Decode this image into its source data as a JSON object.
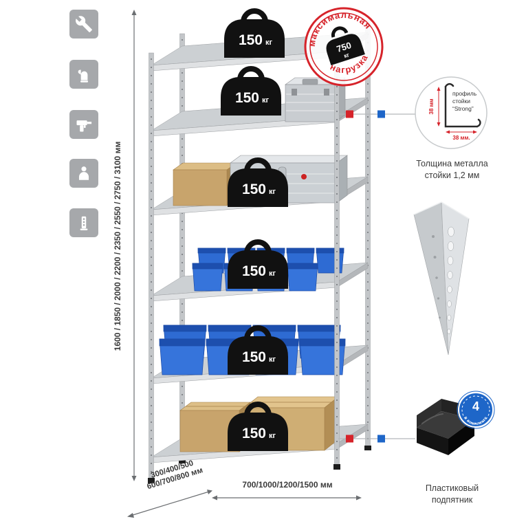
{
  "colors": {
    "stamp_red": "#d6232a",
    "marker_blue": "#1e66c8",
    "bin_blue": "#2e6bd3",
    "metal_gray": "#c6c9cb",
    "icon_tile_gray": "#a6a8ab"
  },
  "left_icons": [
    {
      "name": "wrench-icon"
    },
    {
      "name": "glove-icon"
    },
    {
      "name": "drill-icon"
    },
    {
      "name": "person-icon"
    },
    {
      "name": "perforated-post-icon"
    }
  ],
  "dimensions": {
    "height": "1600 / 1850 / 2000 / 2200 / 2350 / 2550 / 2750 / 3100 мм",
    "depth_line1": "300/400/500",
    "depth_line2": "600/700/800 мм",
    "width": "700/1000/1200/1500 мм"
  },
  "weights": {
    "value": "150",
    "unit": "кг"
  },
  "stamp": {
    "arc_top": "максимальная",
    "arc_bottom": "нагрузка",
    "value": "750",
    "unit": "кг"
  },
  "profile_detail": {
    "line1": "профиль",
    "line2": "стойки",
    "line3": "“Strong”",
    "dim_v": "38 мм",
    "dim_h": "38 мм."
  },
  "thickness": {
    "line1": "Толщина металла",
    "line2": "стойки 1,2 мм"
  },
  "foot": {
    "line1": "Пластиковый",
    "line2": "подпятник"
  },
  "badge": {
    "number": "4",
    "text": "в комплекте"
  }
}
